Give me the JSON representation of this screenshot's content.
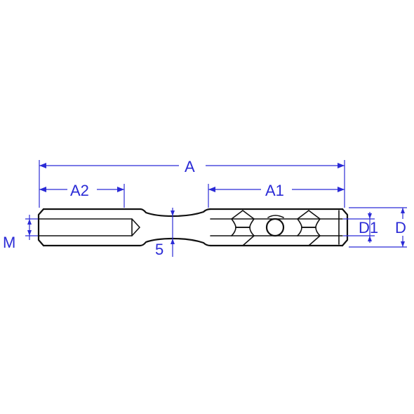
{
  "drawing": {
    "labels": {
      "A": "A",
      "A1": "A1",
      "A2": "A2",
      "D": "D",
      "D1": "D1",
      "M": "M",
      "five": "5"
    },
    "colors": {
      "dimension": "#2b2bd6",
      "outline": "#111111",
      "background": "#ffffff"
    }
  }
}
